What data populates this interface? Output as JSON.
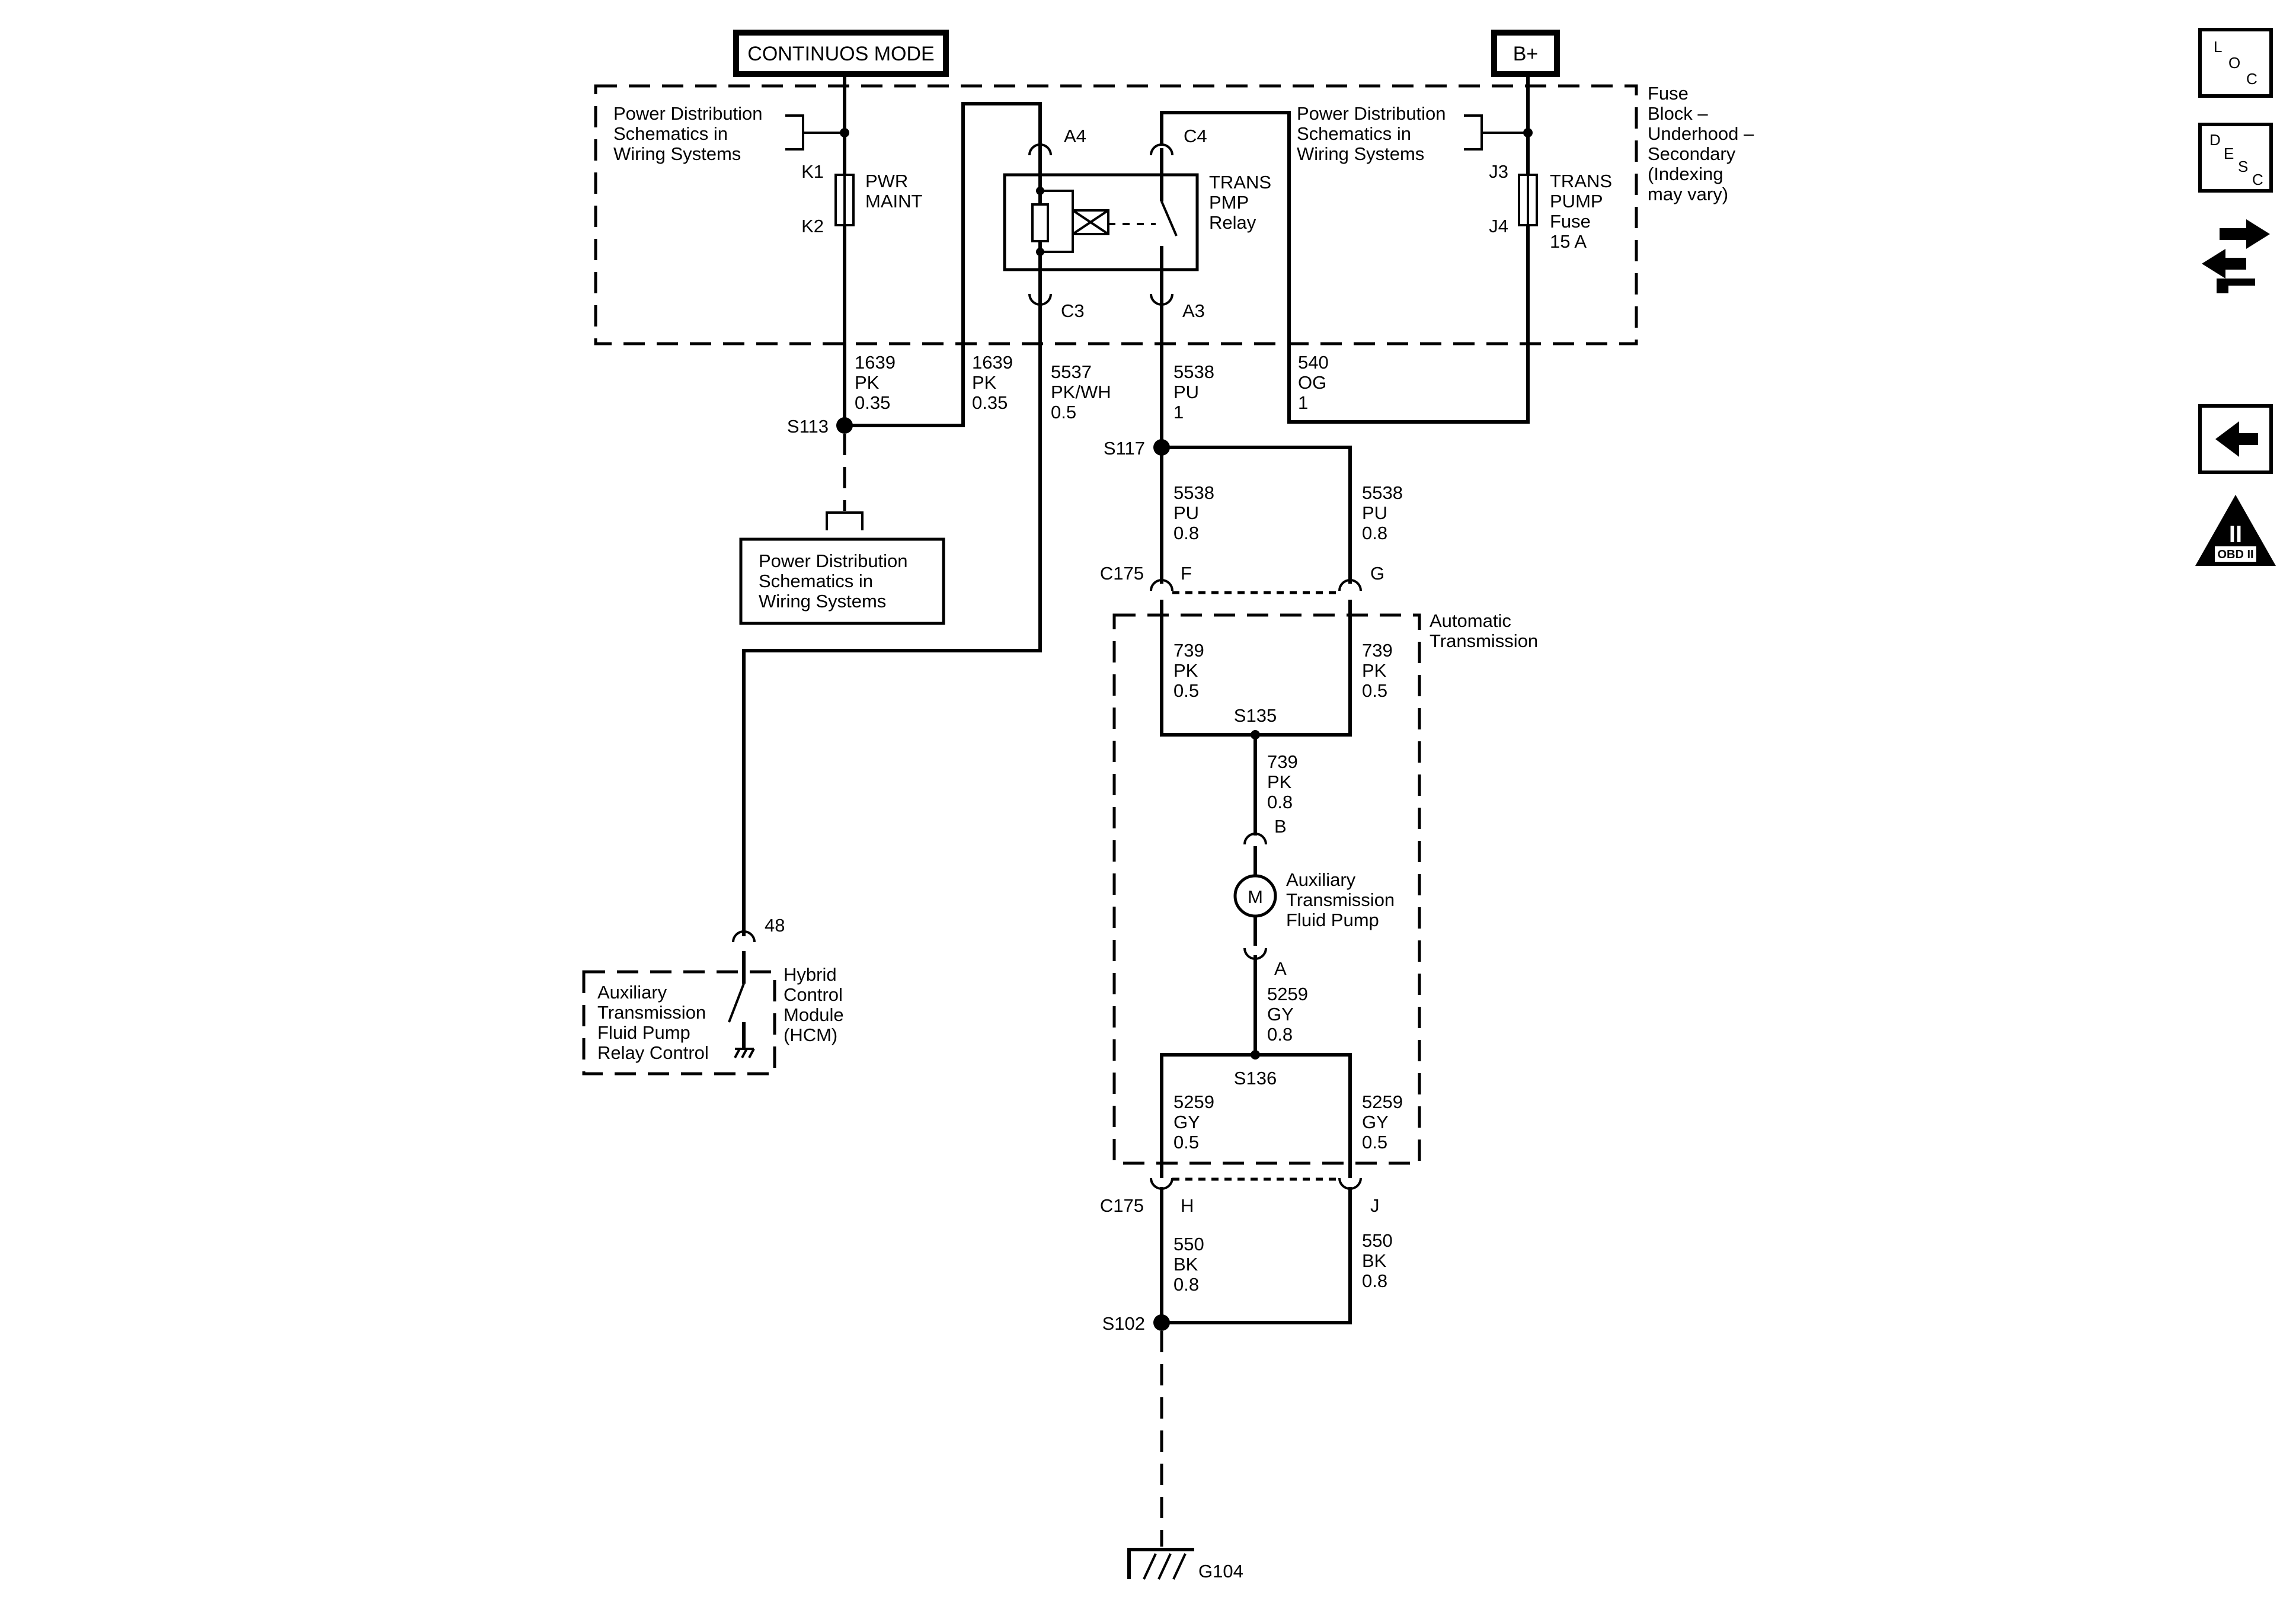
{
  "header": {
    "mode_label": "CONTINUOS MODE",
    "bplus_label": "B+"
  },
  "fuse_block": {
    "title": [
      "Fuse",
      "Block –",
      "Underhood –",
      "Secondary",
      "(Indexing",
      "may vary)"
    ],
    "left_ref": [
      "Power Distribution",
      "Schematics in",
      "Wiring Systems"
    ],
    "right_ref": [
      "Power Distribution",
      "Schematics in",
      "Wiring Systems"
    ],
    "pwr_maint_fuse": {
      "top_pin": "K1",
      "bottom_pin": "K2",
      "name": [
        "PWR",
        "MAINT"
      ]
    },
    "trans_pump_fuse": {
      "top_pin": "J3",
      "bottom_pin": "J4",
      "name": [
        "TRANS",
        "PUMP",
        "Fuse",
        "15 A"
      ]
    },
    "relay": {
      "name": [
        "TRANS",
        "PMP",
        "Relay"
      ],
      "pins": {
        "a4": "A4",
        "c4": "C4",
        "c3": "C3",
        "a3": "A3"
      }
    }
  },
  "wires": {
    "w1639_a": [
      "1639",
      "PK",
      "0.35"
    ],
    "w1639_b": [
      "1639",
      "PK",
      "0.35"
    ],
    "w5537": [
      "5537",
      "PK/WH",
      "0.5"
    ],
    "w5538_a": [
      "5538",
      "PU",
      "1"
    ],
    "w540": [
      "540",
      "OG",
      "1"
    ],
    "w5538_b": [
      "5538",
      "PU",
      "0.8"
    ],
    "w5538_c": [
      "5538",
      "PU",
      "0.8"
    ],
    "w739_a": [
      "739",
      "PK",
      "0.5"
    ],
    "w739_b": [
      "739",
      "PK",
      "0.5"
    ],
    "w739_c": [
      "739",
      "PK",
      "0.8"
    ],
    "w5259_a": [
      "5259",
      "GY",
      "0.8"
    ],
    "w5259_b": [
      "5259",
      "GY",
      "0.5"
    ],
    "w5259_c": [
      "5259",
      "GY",
      "0.5"
    ],
    "w550_a": [
      "550",
      "BK",
      "0.8"
    ],
    "w550_b": [
      "550",
      "BK",
      "0.8"
    ]
  },
  "splices": {
    "s113": "S113",
    "s117": "S117",
    "s135": "S135",
    "s136": "S136",
    "s102": "S102"
  },
  "connectors": {
    "c175_top": {
      "name": "C175",
      "pin_f": "F",
      "pin_g": "G"
    },
    "c175_bottom": {
      "name": "C175",
      "pin_h": "H",
      "pin_j": "J"
    }
  },
  "lower_ref_box": [
    "Power Distribution",
    "Schematics in",
    "Wiring Systems"
  ],
  "hcm": {
    "pin": "48",
    "inner": [
      "Auxiliary",
      "Transmission",
      "Fluid Pump",
      "Relay Control"
    ],
    "name": [
      "Hybrid",
      "Control",
      "Module",
      "(HCM)"
    ]
  },
  "auto_trans": {
    "title": [
      "Automatic",
      "Transmission"
    ],
    "pump_top_pin": "B",
    "pump_bottom_pin": "A",
    "motor_symbol": "M",
    "pump_name": [
      "Auxiliary",
      "Transmission",
      "Fluid Pump"
    ]
  },
  "ground": {
    "name": "G104"
  },
  "sidebar": {
    "loc": {
      "l": "L",
      "o": "O",
      "c": "C"
    },
    "desc": {
      "d": "D",
      "e": "E",
      "s": "S",
      "c": "C"
    },
    "obd_numeral": "II",
    "obd_label": "OBD II"
  }
}
